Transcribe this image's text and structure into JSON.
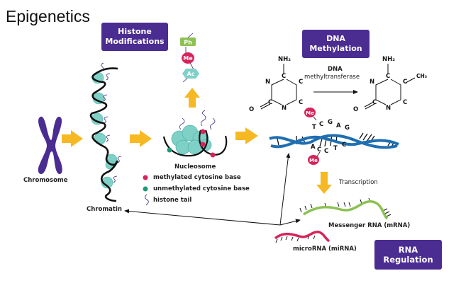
{
  "title": "Epigenetics",
  "sections": {
    "histone_modifications": {
      "line1": "Histone",
      "line2": "Modifications"
    },
    "dna_methylation": {
      "line1": "DNA",
      "line2": "Methylation"
    },
    "rna_regulation": {
      "line1": "RNA",
      "line2": "Regulation"
    }
  },
  "labels": {
    "chromosome": "Chromosome",
    "chromatin": "Chromatin",
    "nucleosome": "Nucleosome",
    "transcription": "Transcription",
    "mrna": "Messenger RNA (mRNA)",
    "mirna": "microRNA (miRNA)",
    "enzyme_line1": "DNA",
    "enzyme_line2": "methyltransferase"
  },
  "legend": [
    {
      "icon": "red-dot",
      "label": "methylated cytosine base",
      "color": "#d6245a"
    },
    {
      "icon": "green-dot",
      "label": "unmethylated cytosine base",
      "color": "#1e9a77"
    },
    {
      "icon": "squiggle",
      "label": "histone tail",
      "color": "#3b2a7a"
    }
  ],
  "histone_marks": [
    {
      "label": "Ph",
      "color": "#8cc152"
    },
    {
      "label": "Me",
      "color": "#d6245a"
    },
    {
      "label": "Ac",
      "color": "#7fd1c7"
    }
  ],
  "cytosine": {
    "nh2": "NH₂",
    "ch3": "CH₃",
    "c": "C",
    "n": "N",
    "o": "O"
  },
  "dna_bases": {
    "top": [
      "T",
      "C",
      "G",
      "A",
      "G"
    ],
    "bottom": [
      "A",
      "C",
      "C",
      "T",
      "C"
    ],
    "methyl": "Me"
  },
  "colors": {
    "purple": "#4b2c91",
    "arrow": "#f7b923",
    "dna": "#1f6fb2",
    "histone": "#7fd1c7",
    "mrna": "#8cc152",
    "mirna": "#d6245a",
    "chromosome": "#4b2c91"
  }
}
